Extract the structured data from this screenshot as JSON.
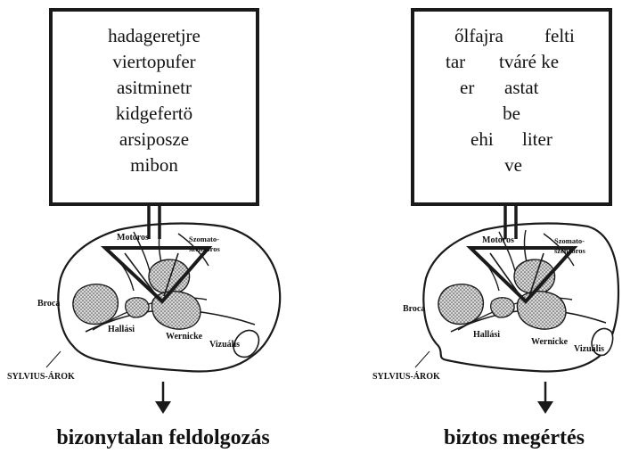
{
  "left_panel": {
    "box_lines": [
      "hadageretjre",
      "viertopufer",
      "asitminetr",
      "kidgefertö",
      "arsiposze",
      "mibon"
    ],
    "labels": {
      "motor": "Motoros",
      "somato_1": "Szomato-",
      "somato_2": "szenzoros",
      "broca": "Broca",
      "hallasi": "Hallási",
      "wernicke": "Wernicke",
      "vizualis": "Vizuális",
      "sylvius": "SYLVIUS-ÁROK"
    },
    "caption": "bizonytalan feldolgozás"
  },
  "right_panel": {
    "box_lines": [
      [
        "őlfajra",
        "felti"
      ],
      [
        "tar",
        "tváré ke"
      ],
      [
        "er",
        "astat"
      ],
      [
        "be"
      ],
      [
        "ehi",
        "liter"
      ],
      [
        "ve"
      ]
    ],
    "labels": {
      "motor": "Motoros",
      "somato_1": "Szomato-",
      "somato_2": "szenzoros",
      "broca": "Broca",
      "hallasi": "Hallási",
      "wernicke": "Wernicke",
      "vizualis": "Vizuális",
      "sylvius": "SYLVIUS-ÁROK"
    },
    "caption": "biztos megértés"
  }
}
